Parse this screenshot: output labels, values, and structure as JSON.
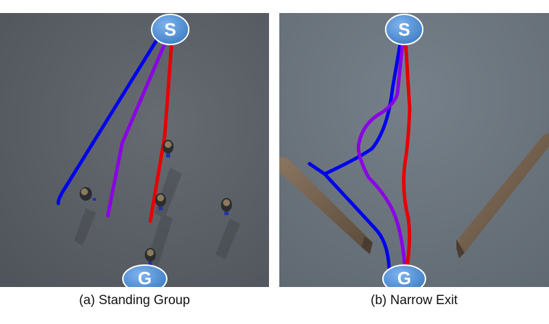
{
  "panels": [
    {
      "caption": "(a) Standing Group",
      "start_label": "S",
      "goal_label": "G"
    },
    {
      "caption": "(b) Narrow Exit",
      "start_label": "S",
      "goal_label": "G"
    }
  ],
  "colors": {
    "floor_a": "#5d6268",
    "floor_b": "#6e7780",
    "path_blue": "#0000ee",
    "path_purple": "#8a00e6",
    "path_red": "#e60000",
    "node_fill": "#4f8fd6",
    "wall": "#6b5a48"
  }
}
